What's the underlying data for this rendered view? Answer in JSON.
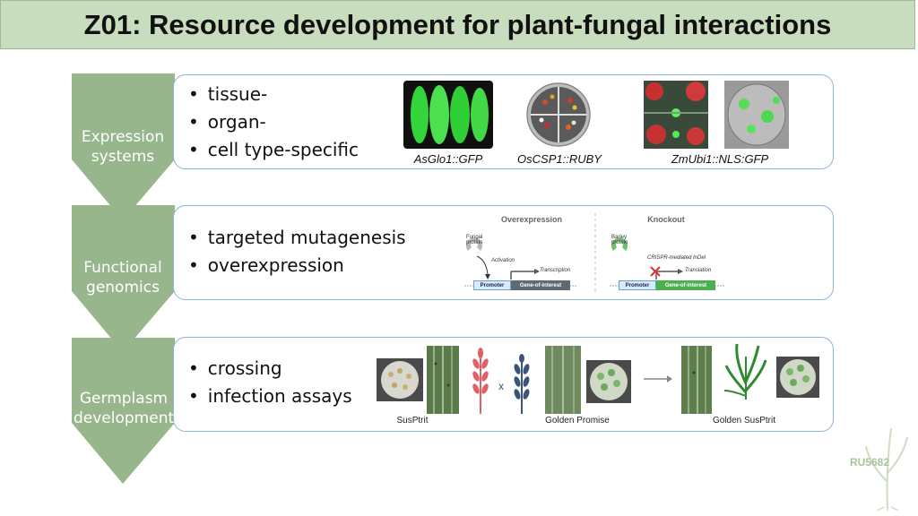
{
  "title": "Z01: Resource development for plant-fungal interactions",
  "rows": [
    {
      "label_lines": [
        "Expression",
        "systems"
      ],
      "bullets": [
        "tissue-",
        "organ-",
        "cell type-specific"
      ],
      "captions": [
        "AsGlo1::GFP",
        "OsCSP1::RUBY",
        "ZmUbi1::NLS:GFP"
      ]
    },
    {
      "label_lines": [
        "Functional",
        "genomics"
      ],
      "bullets": [
        "targeted mutagenesis",
        "overexpression"
      ],
      "diagram": {
        "overexpression": {
          "heading": "Overexpression",
          "protein": "Fungal protein",
          "arrow_label": "Activation",
          "transcription": "Transcription",
          "promoter": "Promoter",
          "gene": "Gene-of-interest"
        },
        "knockout": {
          "heading": "Knockout",
          "protein": "Barley protein",
          "arrow_label": "CRISPR-mediated InDel",
          "translation": "Translation",
          "promoter": "Promoter",
          "gene": "Gene-of-interest"
        }
      }
    },
    {
      "label_lines": [
        "Germplasm",
        "development"
      ],
      "bullets": [
        "crossing",
        "infection assays"
      ],
      "cross_symbol": "x",
      "captions": [
        "SusPtrit",
        "Golden Promise",
        "Golden SusPtrit"
      ]
    }
  ],
  "logo_text": "RU5682",
  "colors": {
    "title_bg": "#c8dcbe",
    "chevron": "#98b68b",
    "box_border": "#8cb3d9",
    "red_plant": "#e0606a",
    "blue_plant": "#3a5578",
    "promoter_fill": "#d6eaf8",
    "gene_dark": "#5f6b73",
    "gene_green": "#4caf50"
  }
}
